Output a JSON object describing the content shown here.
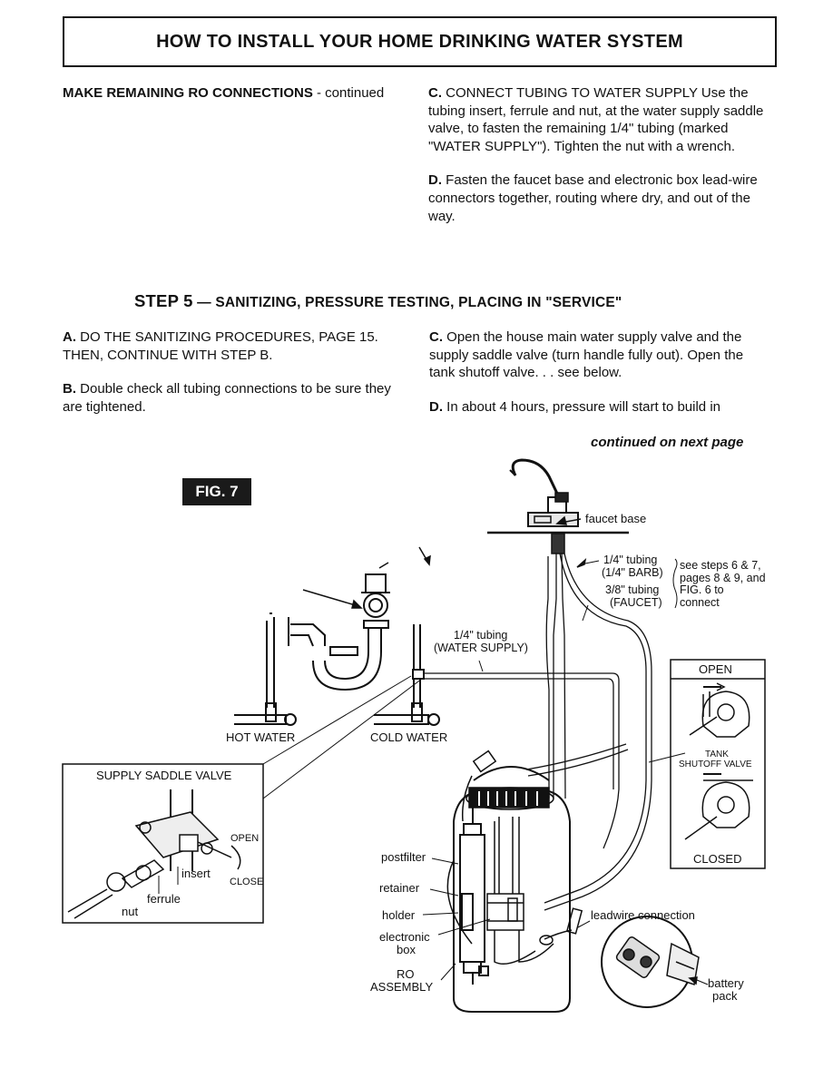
{
  "header": {
    "title": "HOW TO INSTALL YOUR HOME DRINKING WATER SYSTEM"
  },
  "section1": {
    "left_heading_bold": "MAKE REMAINING RO CONNECTIONS",
    "left_heading_rest": " - continued",
    "c_letter": "C.",
    "c_text": " CONNECT TUBING TO WATER SUPPLY Use the tubing insert, ferrule and nut, at the water supply saddle valve, to fasten the remaining 1/4\" tubing (marked \"WATER SUPPLY\"). Tighten the nut with a wrench.",
    "d_letter": "D.",
    "d_text": " Fasten the faucet base and electronic box lead-wire connectors together, routing where dry, and out of the way."
  },
  "step5": {
    "number": "STEP 5",
    "title": " — SANITIZING, PRESSURE TESTING, PLACING IN \"SERVICE\"",
    "a_letter": "A.",
    "a_text": " DO THE SANITIZING PROCEDURES, PAGE 15. THEN, CONTINUE WITH STEP B.",
    "b_letter": "B.",
    "b_text": " Double check all tubing connections to be sure they are tightened.",
    "c_letter": "C.",
    "c_text": " Open the house main water supply valve and the supply saddle valve (turn handle fully out). Open the tank shutoff valve. . . see below.",
    "d_letter": "D.",
    "d_text": " In about 4 hours, pressure will start to build in",
    "continued": "continued on next page"
  },
  "figure": {
    "tag": "FIG. 7",
    "faucet_base": "faucet base",
    "tubing_14": "1/4\" tubing",
    "barb": "(1/4\" BARB)",
    "tubing_38": "3/8\" tubing",
    "faucet": "(FAUCET)",
    "see_steps_1": "see steps 6 & 7,",
    "see_steps_2": "pages 8 & 9, and",
    "see_steps_3": "FIG. 6 to",
    "see_steps_4": "connect",
    "water_supply_tubing": "1/4\" tubing",
    "water_supply": "(WATER SUPPLY)",
    "hot_water": "HOT WATER",
    "cold_water": "COLD WATER",
    "open": "OPEN",
    "tank": "TANK",
    "shutoff_valve": "SHUTOFF VALVE",
    "closed": "CLOSED",
    "saddle_valve": "SUPPLY SADDLE VALVE",
    "saddle_open": "OPEN",
    "saddle_close": "CLOSE",
    "insert": "insert",
    "ferrule": "ferrule",
    "nut": "nut",
    "postfilter": "postfilter",
    "retainer": "retainer",
    "holder": "holder",
    "electronic": "electronic",
    "box": "box",
    "ro": "RO",
    "assembly": "ASSEMBLY",
    "leadwire": "leadwire connection",
    "battery": "battery",
    "pack": "pack"
  }
}
